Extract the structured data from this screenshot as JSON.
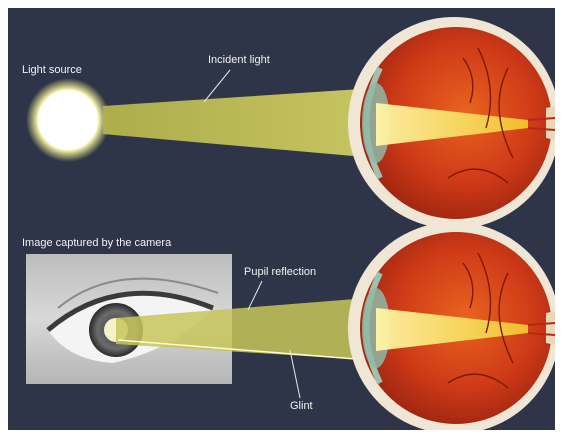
{
  "labels": {
    "light_source": "Light source",
    "incident_light": "Incident light",
    "image_captured": "Image captured by the camera",
    "pupil_reflection": "Pupil reflection",
    "glint": "Glint"
  },
  "colors": {
    "background": "#2e3548",
    "frame": "#ffffff",
    "light_beam": "#c7c65a",
    "light_source_glow": "#f4ef7a",
    "sclera": "#efe6d6",
    "eyeball_inner": "#d2431a",
    "lens": "#8fb8a6",
    "label_text": "#f2f2f2"
  },
  "icons": [
    "light-source-icon",
    "eyeball-icon",
    "camera-photo-eye-icon"
  ]
}
